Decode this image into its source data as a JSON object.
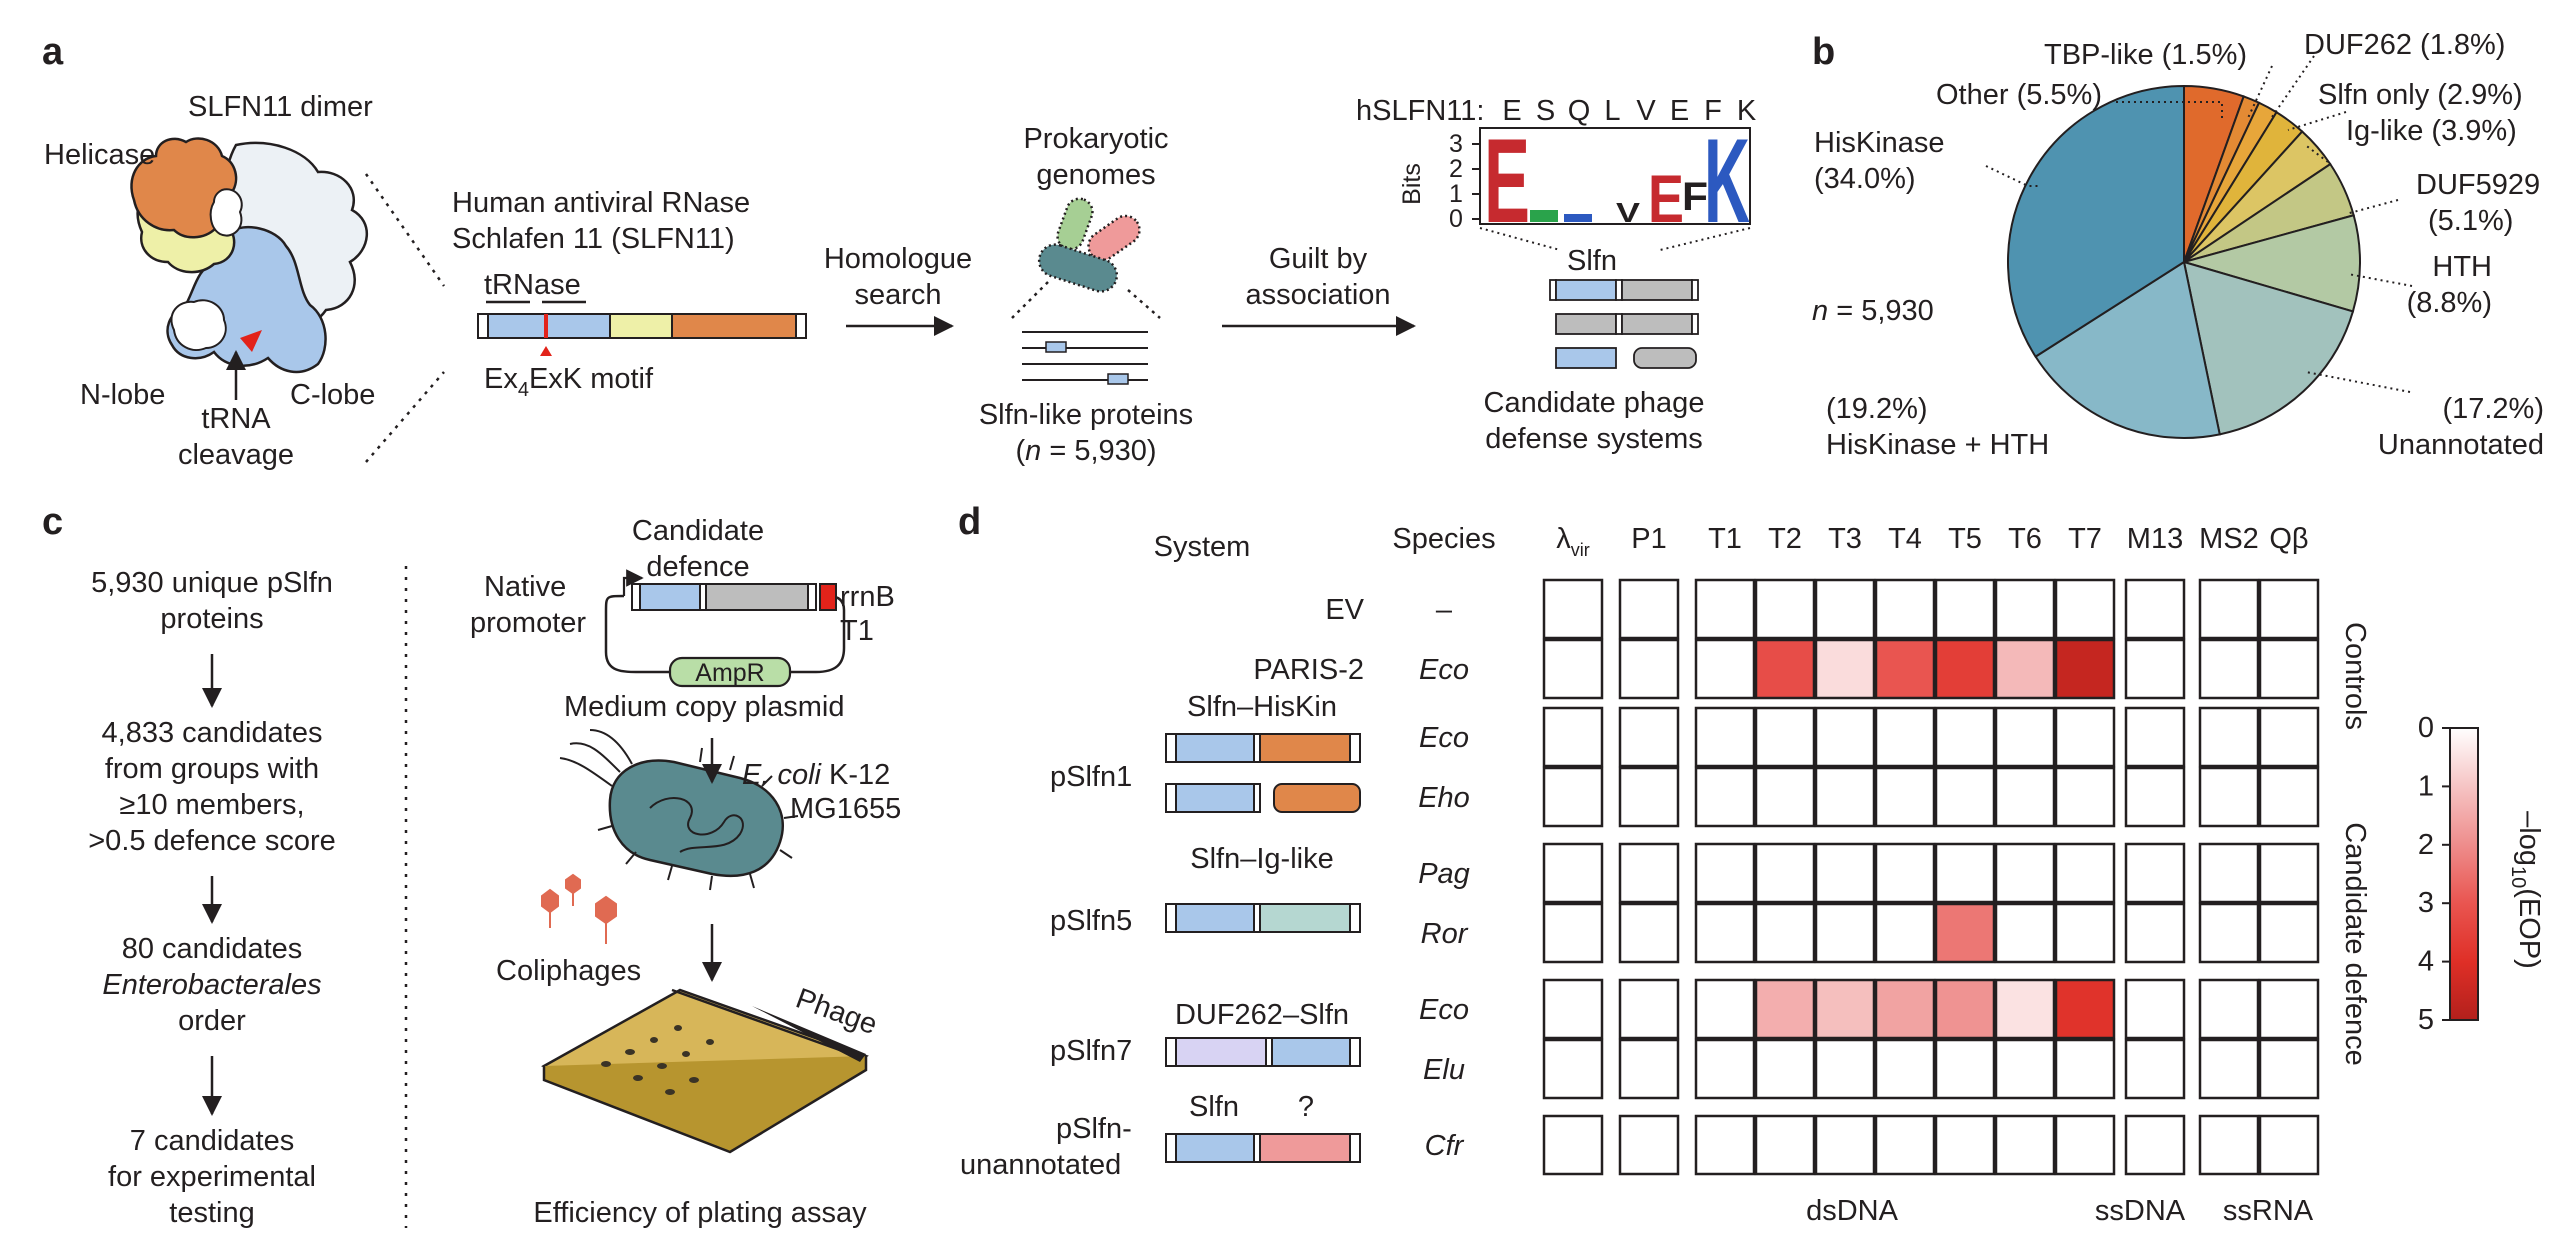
{
  "panel_letters": {
    "a": "a",
    "b": "b",
    "c": "c",
    "d": "d"
  },
  "panel_a": {
    "dimer_title": "SLFN11 dimer",
    "helicase": "Helicase",
    "n_lobe": "N-lobe",
    "c_lobe": "C-lobe",
    "trna_cleavage_1": "tRNA",
    "trna_cleavage_2": "cleavage",
    "rnase_title_1": "Human antiviral RNase",
    "rnase_title_2": "Schlafen 11 (SLFN11)",
    "trnase": "tRNase",
    "motif_pre": "Ex",
    "motif_sub": "4",
    "motif_post": "ExK motif",
    "homologue_1": "Homologue",
    "homologue_2": "search",
    "prok_1": "Prokaryotic",
    "prok_2": "genomes",
    "slfn_like_1": "Slfn-like proteins",
    "slfn_like_2_pre": "(",
    "slfn_like_2_n": "n",
    "slfn_like_2_post": " = 5,930)",
    "guilt_1": "Guilt by",
    "guilt_2": "association",
    "hslfn11_label": "hSLFN11:",
    "hslfn11_residues": [
      "E",
      "S",
      "Q",
      "L",
      "V",
      "E",
      "F",
      "K"
    ],
    "bits_label": "Bits",
    "bits_ticks": [
      "3",
      "2",
      "1",
      "0"
    ],
    "slfn_label": "Slfn",
    "candidate_1": "Candidate phage",
    "candidate_2": "defense systems"
  },
  "panel_b": {
    "n_label": "n",
    "n_value": " = 5,930",
    "colors": {
      "HisKinase": "#4f93b0",
      "HisKinase + HTH": "#87b8c8",
      "Unannotated": "#a2c2bd",
      "HTH": "#b3c9a4",
      "DUF5929": "#c3c785",
      "Ig-like": "#dcc564",
      "Slfn only": "#e0b43b",
      "DUF262": "#e7a63a",
      "TBP-like": "#e38a34",
      "Other": "#e06a2c"
    },
    "labels": {
      "HisKinase_1": "HisKinase",
      "HisKinase_2": "(34.0%)",
      "HisHTH_1": "(19.2%)",
      "HisHTH_2": "HisKinase + HTH",
      "Unann_1": "(17.2%)",
      "Unann_2": "Unannotated",
      "HTH_1": "HTH",
      "HTH_2": "(8.8%)",
      "DUF5929_1": "DUF5929",
      "DUF5929_2": "(5.1%)",
      "Ig": "Ig-like (3.9%)",
      "SlfnOnly": "Slfn only (2.9%)",
      "DUF262": "DUF262 (1.8%)",
      "TBP": "TBP-like (1.5%)",
      "Other": "Other (5.5%)"
    }
  },
  "chart_data": {
    "type": "pie",
    "categories": [
      "Other",
      "TBP-like",
      "DUF262",
      "Slfn only",
      "Ig-like",
      "DUF5929",
      "HTH",
      "Unannotated",
      "HisKinase + HTH",
      "HisKinase"
    ],
    "values": [
      5.5,
      1.5,
      1.8,
      2.9,
      3.9,
      5.1,
      8.8,
      17.2,
      19.2,
      34.0
    ],
    "unit": "%"
  },
  "panel_c": {
    "steps": [
      [
        "5,930 unique pSlfn",
        "proteins"
      ],
      [
        "4,833 candidates",
        "from groups with",
        "≥10 members,",
        ">0.5 defence score"
      ],
      [
        "80 candidates",
        "Enterobacterales",
        "order"
      ],
      [
        "7 candidates",
        "for experimental",
        "testing"
      ]
    ],
    "candidate_defence_1": "Candidate",
    "candidate_defence_2": "defence",
    "native_1": "Native",
    "native_2": "promoter",
    "rrnb_1": "rrnB",
    "rrnb_2": "T1",
    "ampr": "AmpR",
    "plasmid": "Medium copy plasmid",
    "ecoli_it": "E. coli",
    "ecoli_rest": " K-12",
    "mg1655": "MG1655",
    "coliphages": "Coliphages",
    "phage": "Phage",
    "eop_assay": "Efficiency of plating assay"
  },
  "panel_d": {
    "system_header": "System",
    "species_header": "Species",
    "phage_headers": [
      "λ",
      "P1",
      "T1",
      "T2",
      "T3",
      "T4",
      "T5",
      "T6",
      "T7",
      "M13",
      "MS2",
      "Qβ"
    ],
    "lambda_sub": "vir",
    "rows": [
      {
        "system": "EV",
        "species": "–"
      },
      {
        "system": "PARIS-2",
        "species": "Eco"
      },
      {
        "system": "",
        "species": "Eco"
      },
      {
        "system": "",
        "species": "Eho"
      },
      {
        "system": "",
        "species": "Pag"
      },
      {
        "system": "",
        "species": "Ror"
      },
      {
        "system": "",
        "species": "Eco"
      },
      {
        "system": "",
        "species": "Elu"
      },
      {
        "system": "",
        "species": "Cfr"
      }
    ],
    "groups": {
      "pSlfn1": "pSlfn1",
      "pSlfn1_arch": "Slfn–HisKin",
      "pSlfn5": "pSlfn5",
      "pSlfn5_arch": "Slfn–Ig-like",
      "pSlfn7": "pSlfn7",
      "pSlfn7_arch": "DUF262–Slfn",
      "pSlfnU_1": "pSlfn-",
      "pSlfnU_2": "unannotated",
      "pSlfnU_arch_slfn": "Slfn",
      "pSlfnU_arch_q": "?"
    },
    "eop_matrix": [
      [
        0,
        0,
        0,
        0,
        0,
        0,
        0,
        0,
        0,
        0,
        0,
        0
      ],
      [
        0,
        0,
        0,
        3.2,
        0.6,
        3.0,
        3.6,
        1.2,
        4.6,
        0,
        0,
        0
      ],
      [
        0,
        0,
        0,
        0,
        0,
        0,
        0,
        0,
        0,
        0,
        0,
        0
      ],
      [
        0,
        0,
        0,
        0,
        0,
        0,
        0,
        0,
        0,
        0,
        0,
        0
      ],
      [
        0,
        0,
        0,
        0,
        0,
        0,
        0,
        0,
        0,
        0,
        0,
        0
      ],
      [
        0,
        0,
        0,
        0,
        0,
        0,
        2.4,
        0,
        0,
        0,
        0,
        0
      ],
      [
        0,
        0,
        0,
        1.4,
        1.1,
        1.6,
        1.9,
        0.5,
        3.9,
        0,
        0,
        0
      ],
      [
        0,
        0,
        0,
        0,
        0,
        0,
        0,
        0,
        0,
        0,
        0,
        0
      ],
      [
        0,
        0,
        0,
        0,
        0,
        0,
        0,
        0,
        0,
        0,
        0,
        0
      ]
    ],
    "side_controls": "Controls",
    "side_candidate": "Candidate defence",
    "bottom_dsdna": "dsDNA",
    "bottom_ssdna": "ssDNA",
    "bottom_ssrna": "ssRNA",
    "scale_ticks": [
      "0",
      "1",
      "2",
      "3",
      "4",
      "5"
    ],
    "scale_label_pre": "–log",
    "scale_label_sub": "10",
    "scale_label_post": "(EOP)",
    "scale_colors": [
      "#ffffff",
      "#f6c4c4",
      "#ee8d8c",
      "#e95550",
      "#df2f27",
      "#b3201c"
    ]
  }
}
